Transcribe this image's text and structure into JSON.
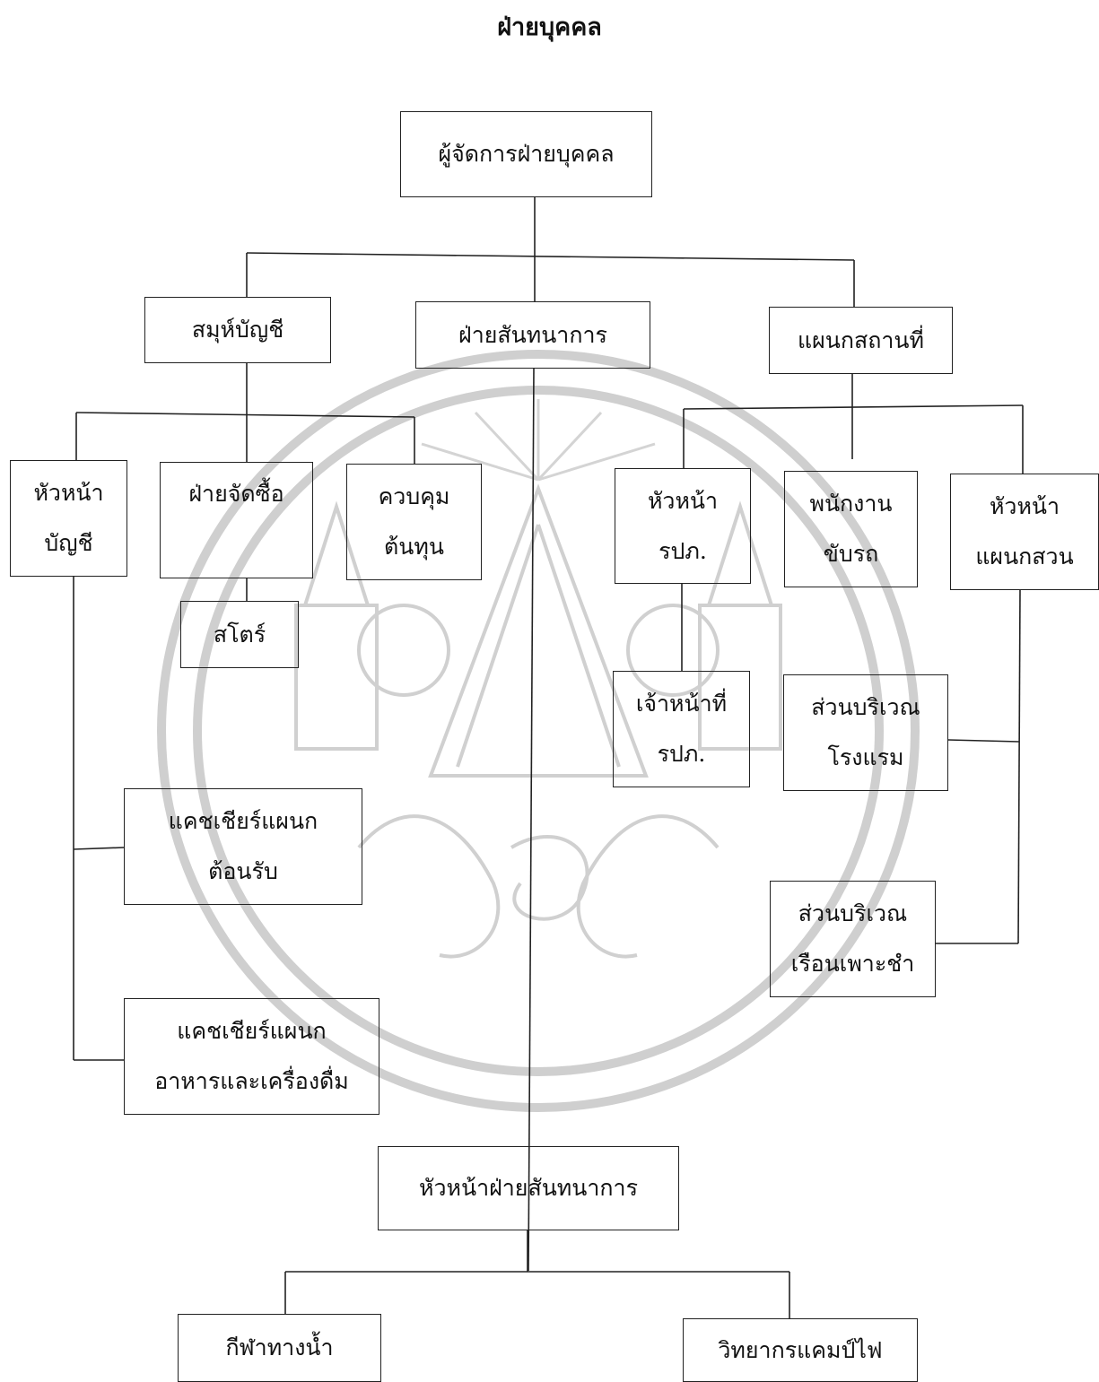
{
  "title": "ฝ่ายบุคคล",
  "nodes": {
    "manager": "ผู้จัดการฝ่ายบุคคล",
    "accounting": "สมุห์บัญชี",
    "recreation": "ฝ่ายสันทนาการ",
    "grounds": "แผนกสถานที่",
    "head_accounting": [
      "หัวหน้า",
      "บัญชี"
    ],
    "purchasing": "ฝ่ายจัดซื้อ",
    "cost_control": [
      "ควบคุม",
      "ต้นทุน"
    ],
    "store": "สโตร์",
    "head_security": [
      "หัวหน้า",
      "รปภ."
    ],
    "driver": [
      "พนักงาน",
      "ขับรถ"
    ],
    "head_garden": [
      "หัวหน้า",
      "แผนกสวน"
    ],
    "security_officer": [
      "เจ้าหน้าที่",
      "รปภ."
    ],
    "hotel_grounds": [
      "ส่วนบริเวณ",
      "โรงแรม"
    ],
    "cashier_front": [
      "แคชเชียร์แผนก",
      "ต้อนรับ"
    ],
    "nursery_grounds": [
      "ส่วนบริเวณ",
      "เรือนเพาะชำ"
    ],
    "cashier_fnb": [
      "แคชเชียร์แผนก",
      "อาหารและเครื่องดื่ม"
    ],
    "head_recreation": "หัวหน้าฝ่ายสันทนาการ",
    "water_sports": "กีฬาทางน้ำ",
    "campfire": "วิทยากรแคมป์ไฟ"
  },
  "colors": {
    "line": "#222222",
    "watermark": "#c8c8c8"
  }
}
